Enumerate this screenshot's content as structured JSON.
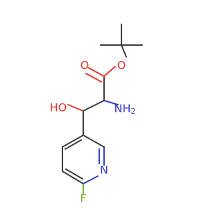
{
  "atoms": {
    "ester_oxygen": "O",
    "carbonyl_oxygen": "O",
    "amine": "NH",
    "amine_h2": "2",
    "hydroxyl": "HO",
    "ring_nitrogen": "N",
    "fluorine": "F"
  },
  "colors": {
    "carbon_bond": "#3c3c3c",
    "oxygen": "#e8372e",
    "nitrogen": "#3840c8",
    "fluorine": "#7ab33a"
  }
}
